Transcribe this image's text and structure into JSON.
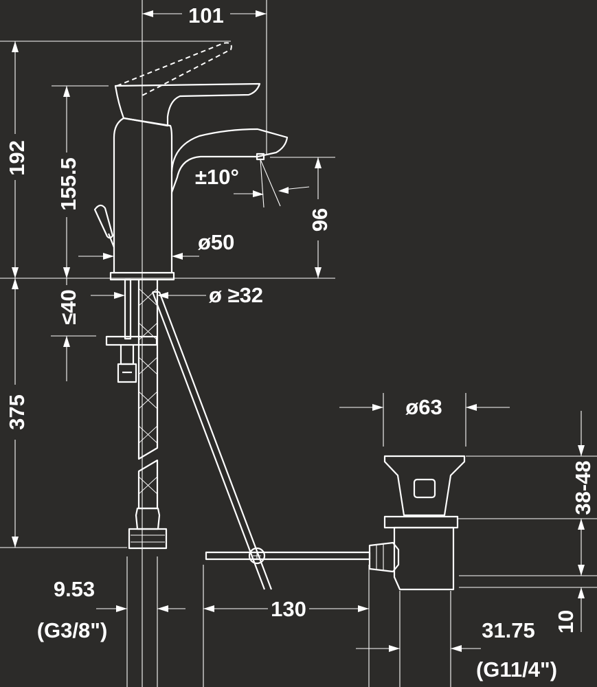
{
  "dimensions": {
    "lever_reach": "101",
    "total_height": "192",
    "spout_height": "155.5",
    "swivel_angle": "±10°",
    "spout_clearance": "96",
    "body_diameter": "ø50",
    "hole_diameter": "ø ≥32",
    "deck_thickness": "≤40",
    "hose_length": "375",
    "hose_connection_size": "9.53",
    "hose_connection_thread": "(G3/8\")",
    "pop_up_rod_length": "130",
    "waste_flange_diameter": "ø63",
    "basin_thickness_range": "38-48",
    "waste_outlet_offset": "10",
    "waste_outlet_size": "31.75",
    "waste_outlet_thread": "(G11/4\")"
  },
  "colors": {
    "background": "#2c2b29",
    "lines": "#ffffff"
  }
}
